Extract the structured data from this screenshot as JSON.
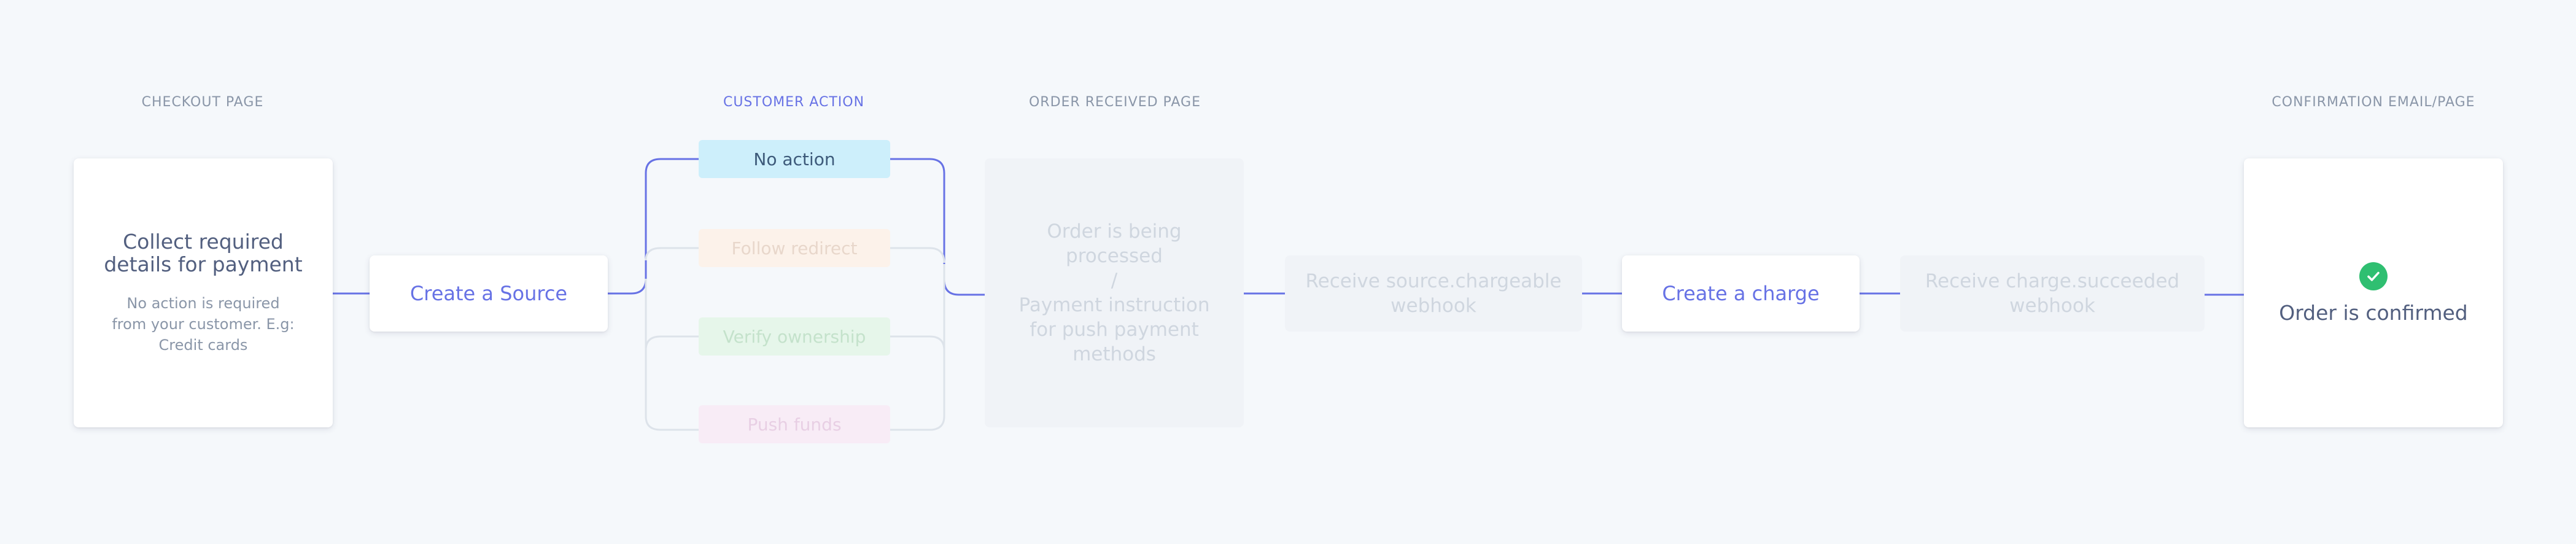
{
  "headings": {
    "checkout": "CHECKOUT PAGE",
    "customer_action": "CUSTOMER ACTION",
    "order_received": "ORDER RECEIVED PAGE",
    "confirmation": "CONFIRMATION EMAIL/PAGE"
  },
  "checkout_card": {
    "title_line1": "Collect required",
    "title_line2": "details for payment",
    "sub_line1": "No action is required",
    "sub_line2": "from your customer. E.g:",
    "sub_line3": "Credit cards"
  },
  "create_source": "Create a Source",
  "actions": {
    "no_action": "No action",
    "follow_redirect": "Follow redirect",
    "verify_ownership": "Verify ownership",
    "push_funds": "Push funds"
  },
  "order_card": {
    "line1": "Order is being",
    "line2": "processed",
    "line3": "/",
    "line4": "Payment instruction",
    "line5": "for push payment",
    "line6": "methods"
  },
  "chargeable": {
    "line1": "Receive source.chargeable",
    "line2": "webhook"
  },
  "create_charge": "Create a charge",
  "succeeded": {
    "line1": "Receive charge.succeeded",
    "line2": "webhook"
  },
  "confirmed": {
    "text": "Order is confirmed",
    "icon": "check-icon"
  },
  "colors": {
    "accent": "#6772e5",
    "success": "#2fbf71",
    "no_action_bg": "#cdeffb",
    "redirect_bg": "#fcf2ea",
    "verify_bg": "#e6f6ea",
    "push_bg": "#f8ecf6"
  }
}
